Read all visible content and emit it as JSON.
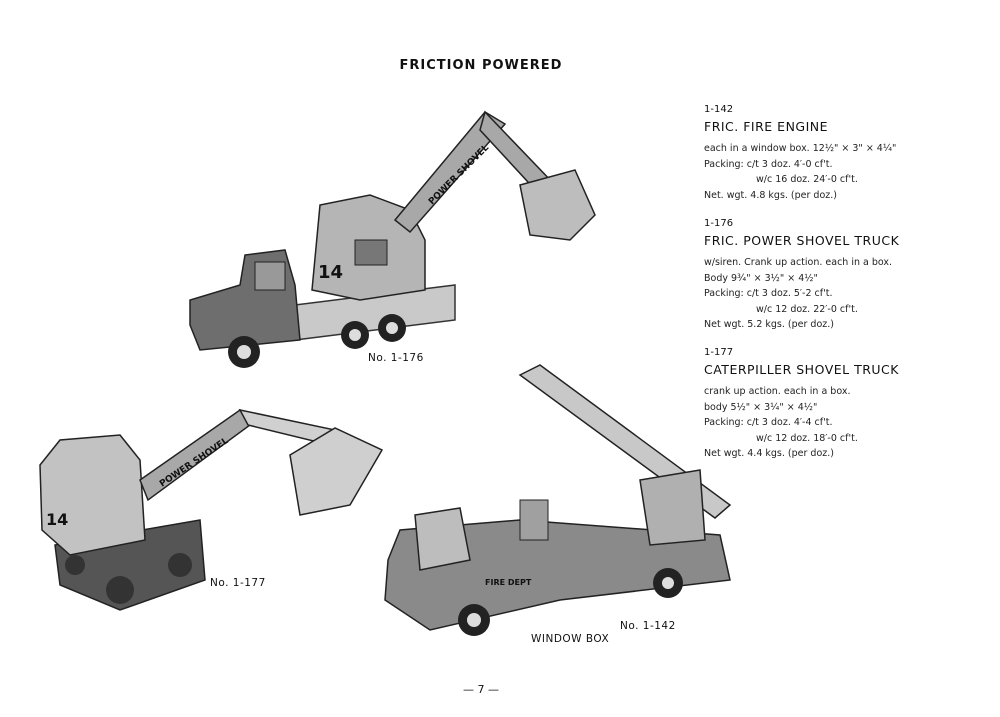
{
  "page_title": "FRICTION POWERED",
  "products": [
    {
      "code": "1-142",
      "name": "FRIC. FIRE ENGINE",
      "lines": [
        "each in a window box. 12½\" × 3\" × 4¼\"",
        "Packing:  c/t    3 doz.   4′-0 cf't.",
        "w/c 16 doz.  24′-0 cf't.",
        "Net. wgt. 4.8 kgs. (per doz.)"
      ]
    },
    {
      "code": "1-176",
      "name": "FRIC. POWER SHOVEL TRUCK",
      "lines": [
        "w/siren. Crank up action. each in a box.",
        "Body  9¾\" × 3½\" × 4½\"",
        "Packing:  c/t    3 doz.   5′-2 cf't.",
        "w/c 12 doz.  22′-0 cf't.",
        "Net wgt. 5.2 kgs. (per doz.)"
      ]
    },
    {
      "code": "1-177",
      "name": "CATERPILLER SHOVEL TRUCK",
      "lines": [
        "crank up action. each in a box.",
        "body  5½\" × 3¼\" × 4½\"",
        "Packing:  c/t    3 doz.   4′-4 cf't.",
        "w/c 12 doz.  18′-0 cf't.",
        "Net wgt. 4.4 kgs. (per doz.)"
      ]
    }
  ],
  "captions": {
    "shovel_truck": "No. 1-176",
    "caterpillar": "No. 1-177",
    "fire_engine": "No. 1-142",
    "window_box": "WINDOW BOX"
  },
  "toy_markings": {
    "shovel_arm": "POWER SHOVEL",
    "number": "14",
    "fire_dept": "FIRE DEPT"
  },
  "page_number": "— 7 —"
}
